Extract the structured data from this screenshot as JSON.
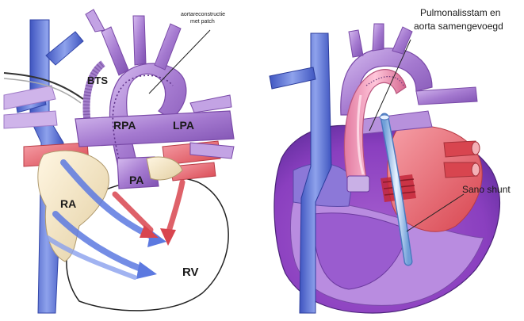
{
  "left_panel": {
    "labels": {
      "bts": "BTS",
      "rpa": "RPA",
      "lpa": "LPA",
      "pa": "PA",
      "ra": "RA",
      "rv": "RV"
    },
    "annotation": {
      "line1": "aortareconstructie",
      "line2": "met patch"
    }
  },
  "right_panel": {
    "annotation_top": {
      "line1": "Pulmonalisstam en",
      "line2": "aorta samengevoegd"
    },
    "annotation_shunt": "Sano shunt"
  },
  "colors": {
    "venous_blue": "#5a6fd6",
    "purple": "#9b6fc7",
    "light_purple": "#c7a6e0",
    "pink": "#e88aa8",
    "red": "#d2454f",
    "tan": "#f1e3c2",
    "pale_blue": "#b9d4f0"
  }
}
